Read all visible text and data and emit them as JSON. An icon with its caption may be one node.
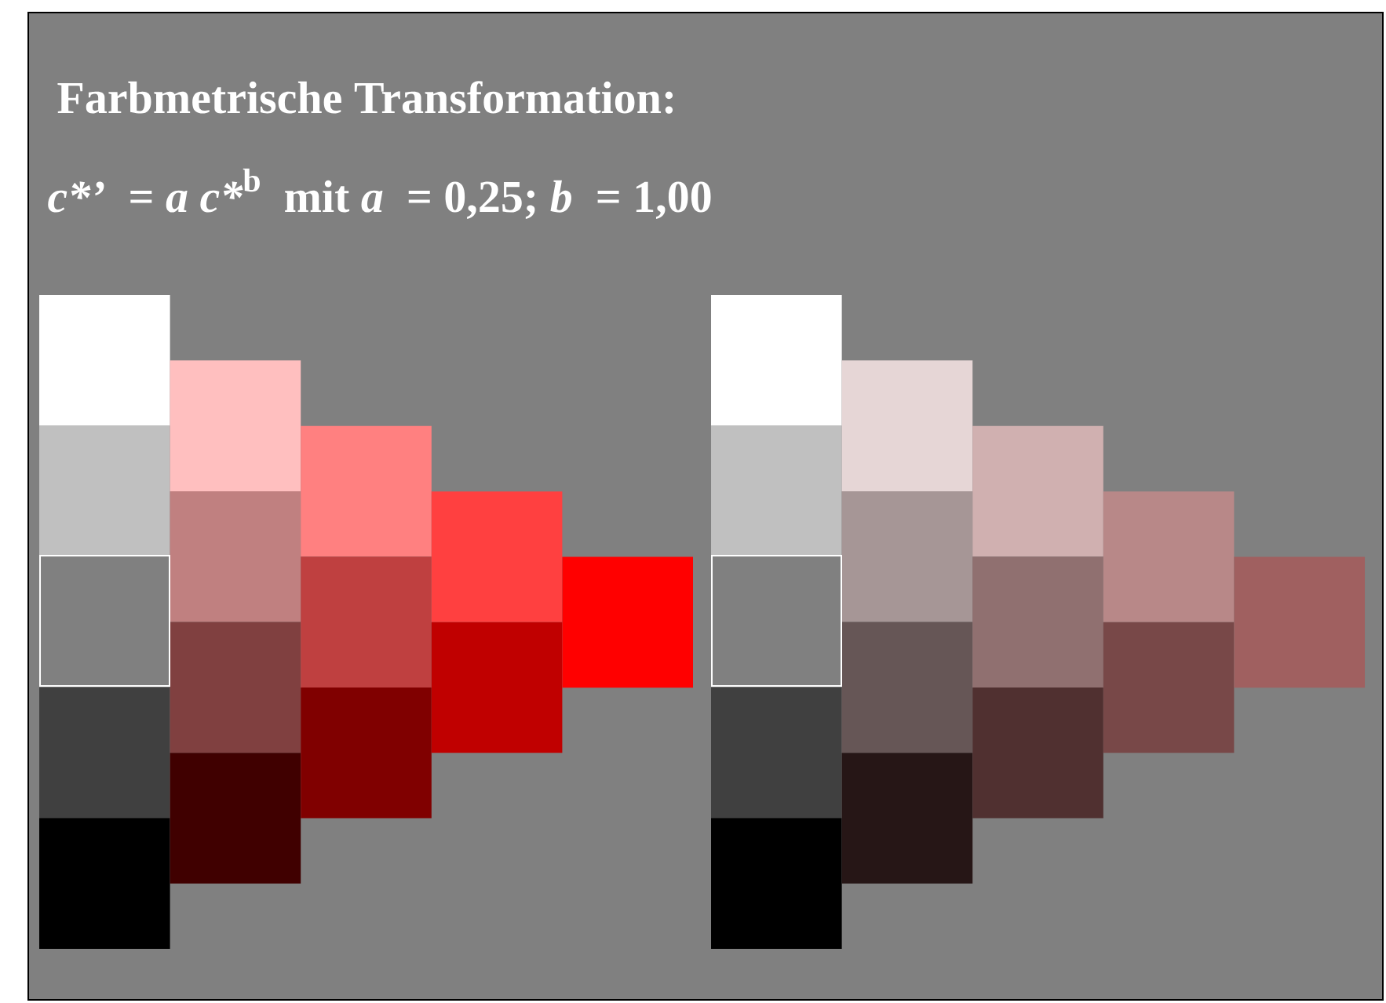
{
  "diagram": {
    "title": "Farbmetrische Transformation:",
    "labels": [
      "c*’",
      "=",
      "a c*",
      "b",
      "mit",
      "a",
      "= 0,25;",
      "b",
      "= 1,00"
    ]
  }
}
